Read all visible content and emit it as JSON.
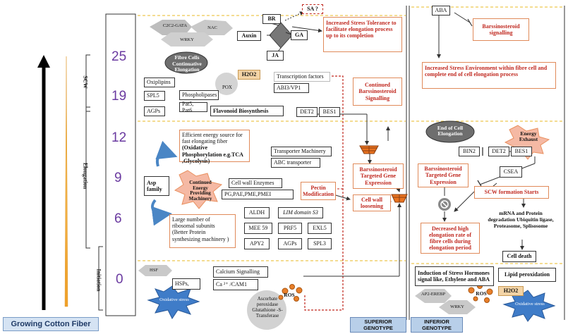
{
  "axis": {
    "title": "Growing Cotton Fiber",
    "stages": {
      "scw": "SCW",
      "elongation": "Elongation",
      "initiation": "Initiation"
    },
    "days": [
      "25",
      "19",
      "12",
      "9",
      "6",
      "0"
    ]
  },
  "genotype": {
    "superior": "SUPERIOR GENOTYPE",
    "inferior": "INFERIOR GENOTYPE"
  },
  "superior": {
    "tf_shapes": [
      "C2C2-GATA",
      "NAC",
      "WRKY"
    ],
    "hormones": {
      "br": "BR",
      "sa": "SA ?",
      "auxin": "Auxin",
      "ga": "GA",
      "ja": "JA"
    },
    "stress_tolerance": "Increased Stress Tolerance to facilitate elongation process up to its completion",
    "fibre_cells": "Fibre Cells Continuative Elongation",
    "h2o2": "H2O2",
    "pox": "POX",
    "oxilipins": "Oxiplipins",
    "spl5": "SPL5",
    "agps_top": "AGPs",
    "phospholipases": "Phospholipases",
    "pat": "Pat5, Pat6",
    "flavonoid": "Flavonoid Biosynthesis",
    "tf_label": "Transcription factors",
    "abi3": "ABI3/VP1",
    "continued_br": "Continued Barssinosteroid Signalling",
    "det2": "DET2",
    "bes1": "BES1",
    "energy_source_line1": "Efficient energy source for fast elongating fiber",
    "energy_source_line2": "(Oxidative Phosphorylation e.g.TCA ,Glycolysis)",
    "transporter": "Transporter Machinery",
    "abc": "ABC transporter",
    "asp": "Asp family",
    "energy_machinery": "Continued Energy Providing Machinery",
    "cell_wall_enzymes": "Cell wall Enzymes",
    "pg": "PG,PAE,PME,PMEI",
    "pectin": "Pectin Modification",
    "br_targeted": "Barssinosteroid Targeted Gene Expression",
    "loosening": "Cell wall loosening",
    "ribosomal_line1": "Large number of ribosomal subunits",
    "ribosomal_line2": "(Better Protein synthesizing machinery )",
    "aldh": "ALDH",
    "lim": "LIM domain S3",
    "mee59": "MEE 59",
    "prf5": "PRF5",
    "exl5": "EXL5",
    "apy2": "APY2",
    "agps_bottom": "AGPs",
    "spl3": "SPL3",
    "hsf": "HSF",
    "hsps": "HSPs,",
    "calcium": "Calcium Signalling",
    "ca_cam": "Ca ²⁺ /CAM1",
    "oxidative_stress": "Oxidative stress",
    "ascorbate": "Ascorbate peroxidase Glutathione -S- Transferase",
    "ros": "ROS"
  },
  "inferior": {
    "aba": "ABA",
    "br_signalling": "Barssinosteroid signalling",
    "stress_env": "Increased Stress Environment within fibre cell and complete end of cell elongation process",
    "end_elongation": "End of Cell Elongation",
    "energy_exhaust": "Energy Exhaust",
    "bin2": "BIN2",
    "det2": "DET2",
    "bes1": "BES1",
    "br_targeted": "Barssinosteroid Targeted Gene Expression",
    "csea": "CSEA",
    "scw_starts": "SCW formation Starts",
    "decreased": "Decreased high elongation rate of fibre cells during elongation period",
    "mrna": "mRNA and Protein degradation Ubiquitin ligase, Proteasome, Splisosome",
    "cell_death": "Cell death",
    "stress_hormones": "Induction of Stress Hormones signal like, Ethylene and ABA",
    "lipid": "Lipid peroxidation",
    "ap2": "AP2-EREBP",
    "wrky": "WRKY",
    "ros": "ROS",
    "h2o2": "H2O2",
    "oxidative_stress": "Oxidative stress"
  }
}
